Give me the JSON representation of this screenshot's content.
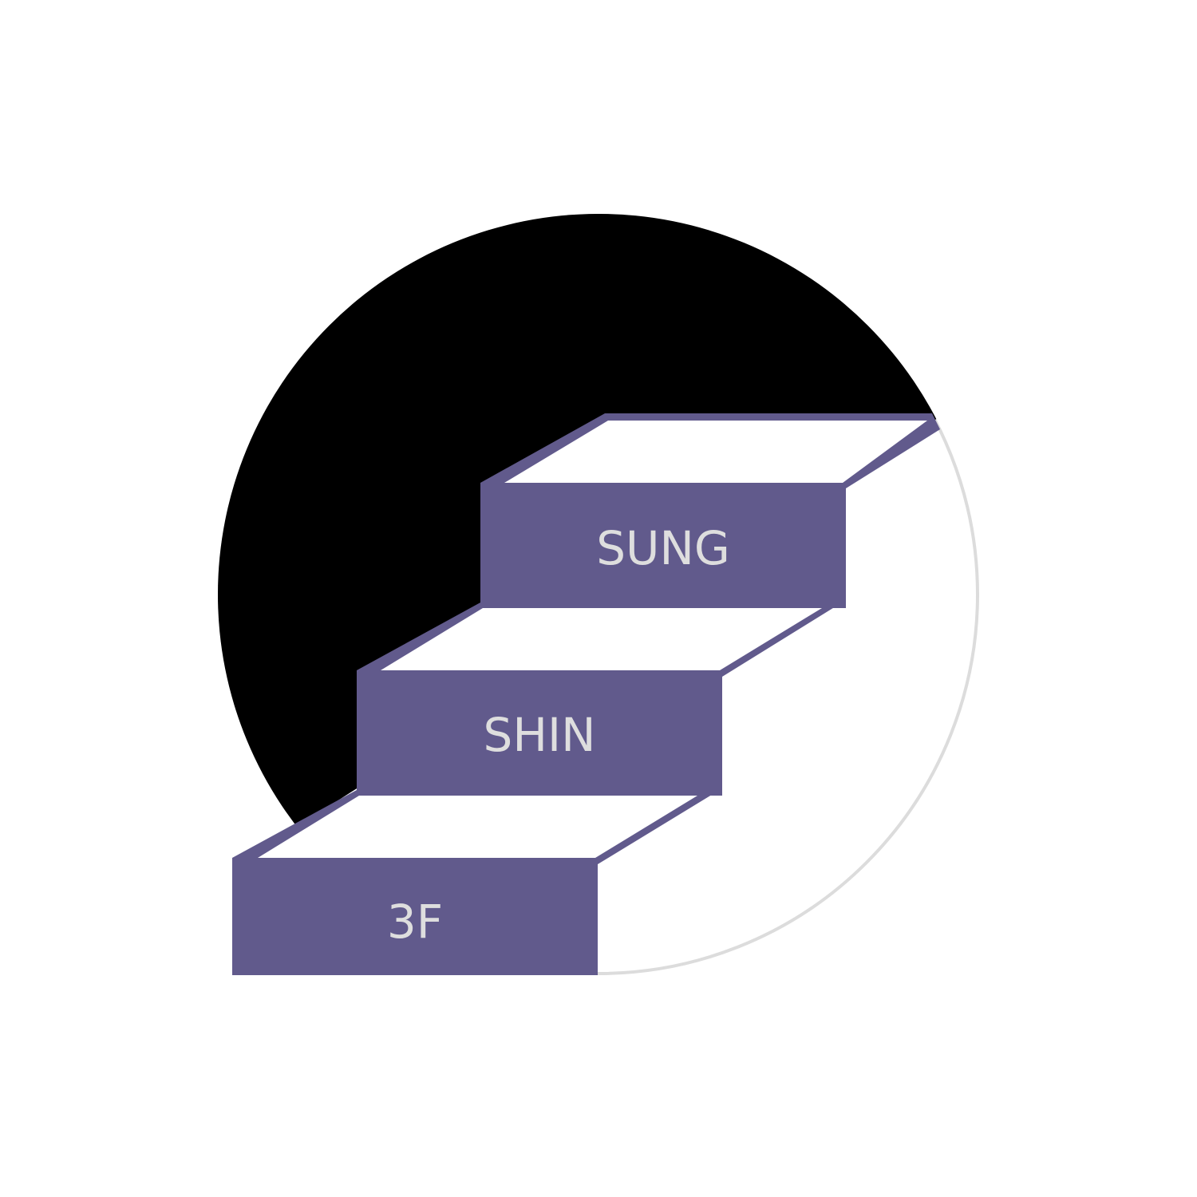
{
  "colors": {
    "background": "#ffffff",
    "circle_dark": "#000000",
    "circle_outline": "#dcdcdc",
    "step_fill": "#615a8c",
    "tread_fill": "#ffffff",
    "label_text": "#dedede"
  },
  "steps": [
    {
      "label": "SUNG"
    },
    {
      "label": "SHIN"
    },
    {
      "label": "3F"
    }
  ]
}
